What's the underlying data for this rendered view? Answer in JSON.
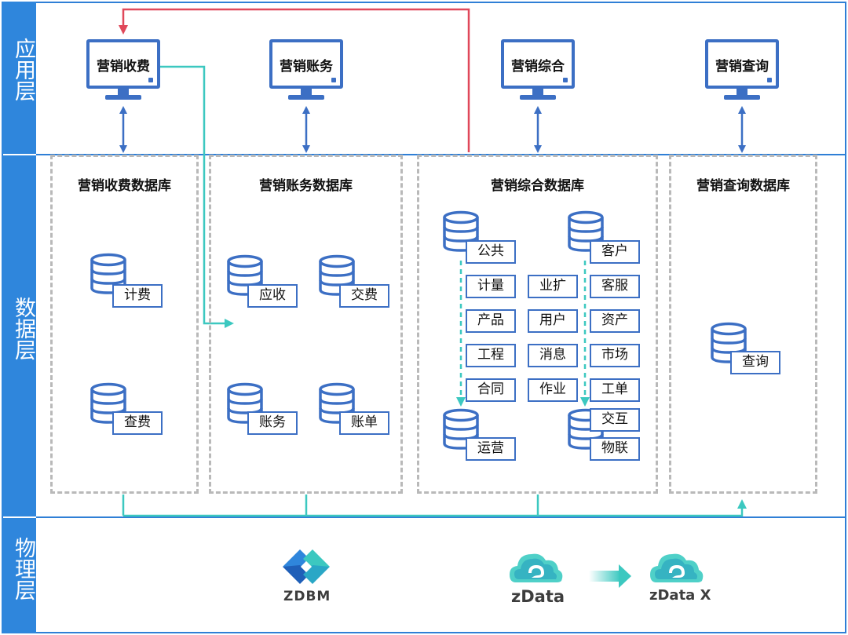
{
  "layers": {
    "application": "应用层",
    "data": "数据层",
    "physical": "物理层"
  },
  "apps": [
    {
      "label": "营销收费"
    },
    {
      "label": "营销账务"
    },
    {
      "label": "营销综合"
    },
    {
      "label": "营销查询"
    }
  ],
  "databases": {
    "billing": {
      "title": "营销收费数据库",
      "items": [
        "计费",
        "查费"
      ]
    },
    "accounting": {
      "title": "营销账务数据库",
      "items": [
        "应收",
        "交费",
        "账务",
        "账单"
      ]
    },
    "integrated": {
      "title": "营销综合数据库",
      "db_tags": [
        "公共",
        "客户",
        "运营",
        "交互",
        "物联"
      ],
      "grid": [
        "计量",
        "业扩",
        "客服",
        "产品",
        "用户",
        "资产",
        "工程",
        "消息",
        "市场",
        "合同",
        "作业",
        "工单"
      ]
    },
    "query": {
      "title": "营销查询数据库",
      "items": [
        "查询"
      ]
    }
  },
  "physical": {
    "zdbm": "ZDBM",
    "zdata": "zData",
    "zdatax": "zData X"
  },
  "colors": {
    "layer_blue": "#2f86dc",
    "icon_blue": "#3c6fc4",
    "teal": "#3cc8c0",
    "red": "#e0485a",
    "dash_gray": "#b9b9b9"
  }
}
